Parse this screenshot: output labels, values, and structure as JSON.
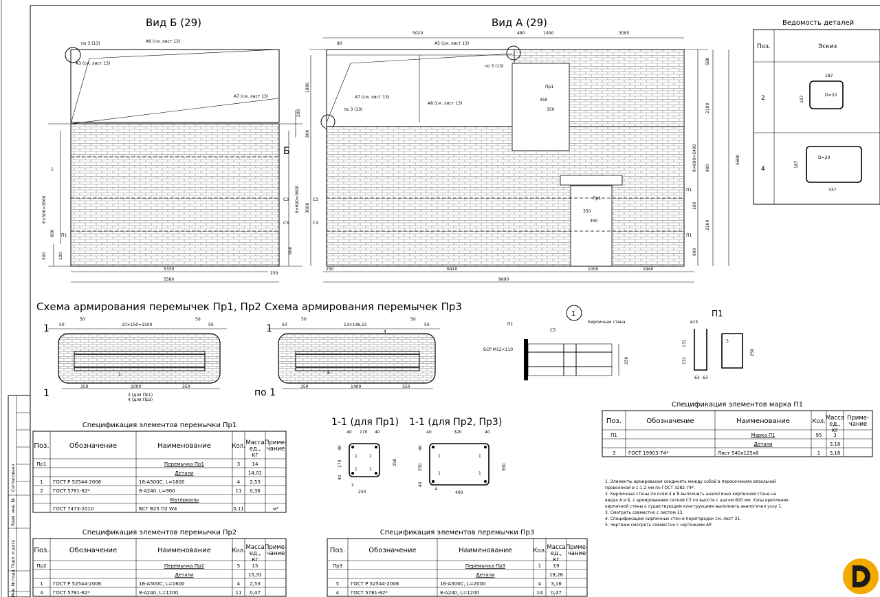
{
  "views": {
    "view_b_title": "Вид Б (29)",
    "view_a_title": "Вид А (29)",
    "details_title": "Ведомость деталей",
    "details_col_pos": "Поз.",
    "details_col_sketch": "Эскиз",
    "details_rows": [
      {
        "pos": "2",
        "dims": [
          "187",
          "187",
          "D=20"
        ]
      },
      {
        "pos": "4",
        "dims": [
          "187",
          "D=20",
          "337"
        ]
      }
    ],
    "scheme_pr12_title": "Схема армирования перемычек Пр1, Пр2",
    "scheme_pr3_title": "Схема армирования перемычек Пр3",
    "section_pr1_title": "1-1 (для Пр1)",
    "section_pr23_title": "1-1 (для Пр2, Пр3)",
    "node_label": "1",
    "p1_title": "П1"
  },
  "annotations": {
    "b_view": [
      "по 3 (13)",
      "А6 (см. лист 13)",
      "А3 (см. лист 13)",
      "А7 (см. лист 13)",
      "1",
      "6×500=3000",
      "600",
      "500",
      "100",
      "П1",
      "200",
      "Б",
      "С3",
      "С3",
      "6×600=3600",
      "600",
      "5330",
      "250",
      "5580"
    ],
    "a_view": [
      "5020",
      "480",
      "1000",
      "3095",
      "80",
      "А5 (см. лист 13)",
      "по 3 (13)",
      "Пр1",
      "350",
      "350",
      "1880",
      "А7 (см. лист 13)",
      "А8 (см. лист 13)",
      "по 3 (13)",
      "800",
      "3000",
      "С3",
      "С3",
      "580",
      "2100",
      "9×600=5400",
      "900",
      "5680",
      "П1",
      "Пр1",
      "350",
      "350",
      "100",
      "П1",
      "2100",
      "600",
      "250",
      "6410",
      "1000",
      "1940",
      "9600"
    ],
    "scheme_pr12": [
      "1",
      "50",
      "50",
      "10×150=1500",
      "50",
      "50",
      "1",
      "350",
      "1000",
      "350",
      "2 (для Пр1)",
      "4 (для Пр2)",
      "1"
    ],
    "scheme_pr3": [
      "1",
      "50",
      "50",
      "13×146,15",
      "50",
      "50",
      "4",
      "350",
      "1400",
      "350",
      "6",
      "по 1"
    ],
    "node": [
      "П1",
      "Кирпичная стена",
      "С3",
      "БСР М12×110",
      "250"
    ],
    "p1": [
      "ø15",
      "131",
      "131",
      "63",
      "63",
      "250",
      "3"
    ],
    "sections": [
      "40",
      "170",
      "40",
      "40",
      "170",
      "40",
      "250",
      "250",
      "1",
      "1",
      "1",
      "1",
      "2",
      "40",
      "320",
      "40",
      "40",
      "250",
      "40",
      "350",
      "400",
      "1",
      "1",
      "1",
      "1",
      "4"
    ]
  },
  "spec_pr1": {
    "title": "Спецификация элементов перемычки Пр1",
    "headers": [
      "Поз.",
      "Обозначение",
      "Наименование",
      "Кол.",
      "Масса ед., кг",
      "Приме- чание"
    ],
    "rows": [
      [
        "Пр1",
        "",
        "Перемычка Пр1",
        "3",
        "14",
        ""
      ],
      [
        "",
        "",
        "Детали",
        "",
        "14,01",
        ""
      ],
      [
        "1",
        "ГОСТ Р 52544-2006",
        "16-А500С, L=1600",
        "4",
        "2,53",
        ""
      ],
      [
        "2",
        "ГОСТ 5781-82*",
        "8-А240, L=900",
        "11",
        "0,36",
        ""
      ],
      [
        "",
        "",
        "Материалы",
        "",
        "",
        ""
      ],
      [
        "",
        "ГОСТ 7473-2010",
        "БСГ В25 П2 W4",
        "0,11",
        "",
        "м³"
      ]
    ]
  },
  "spec_pr2": {
    "title": "Спецификация элементов перемычки Пр2",
    "headers": [
      "Поз.",
      "Обозначение",
      "Наименование",
      "Кол.",
      "Масса ед., кг",
      "Приме- чание"
    ],
    "rows": [
      [
        "Пр2",
        "",
        "Перемычка Пр2",
        "5",
        "15",
        ""
      ],
      [
        "",
        "",
        "Детали",
        "",
        "15,31",
        ""
      ],
      [
        "1",
        "ГОСТ Р 52544-2006",
        "16-А500С, L=1600",
        "4",
        "2,53",
        ""
      ],
      [
        "4",
        "ГОСТ 5781-82*",
        "8-А240, L=1200",
        "11",
        "0,47",
        ""
      ]
    ]
  },
  "spec_pr3": {
    "title": "Спецификация элементов перемычки Пр3",
    "headers": [
      "Поз.",
      "Обозначение",
      "Наименование",
      "Кол.",
      "Масса ед., кг",
      "Приме- чание"
    ],
    "rows": [
      [
        "Пр3",
        "",
        "Перемычка Пр3",
        "1",
        "19",
        ""
      ],
      [
        "",
        "",
        "Детали",
        "",
        "19,26",
        ""
      ],
      [
        "5",
        "ГОСТ Р 52544-2006",
        "16-А500С, L=2000",
        "4",
        "3,16",
        ""
      ],
      [
        "4",
        "ГОСТ 5781-82*",
        "8-А240, L=1200",
        "14",
        "0,47",
        ""
      ]
    ]
  },
  "spec_p1": {
    "title": "Спецификация элементов марка П1",
    "headers": [
      "Поз.",
      "Обозначение",
      "Наименование",
      "Кол.",
      "Масса ед., кг",
      "Приме- чание"
    ],
    "rows": [
      [
        "П1",
        "",
        "Марка П1",
        "95",
        "3",
        ""
      ],
      [
        "",
        "",
        "Детали",
        "",
        "3,18",
        ""
      ],
      [
        "3",
        "ГОСТ 19903-74*",
        "Лист 540х125х6",
        "1",
        "3,18",
        ""
      ]
    ]
  },
  "notes": [
    "1. Элементы армирования соединять между собой в пересечениях вязальной",
    "проволокой ø 1-1,2 мм по ГОСТ 3282-74*.",
    "2. Кирпичные стены по осям 4 и 8 выполнить аналогично кирпичной стене на",
    "видах А и Б, с армированием сеткой С3 по высоте с шагом 600 мм. Узлы крепления",
    "кирпичной стены к существующим конструкциям выполнить аналогично узлу 1.",
    "3. Смотреть совместно с листом 13.",
    "4. Спецификацию кирпичных стен и перегородок см. лист 31.",
    "5. Чертежи смотреть совместно с чертежами АР."
  ],
  "side_stamp": [
    "Согласовано",
    "Взам. инв. №",
    "Подп. и дата",
    "Инв. № подл."
  ],
  "colors": {
    "logo_orange": "#f2a900",
    "logo_dark": "#1b1b1b",
    "brick": "#8a8a8a"
  }
}
